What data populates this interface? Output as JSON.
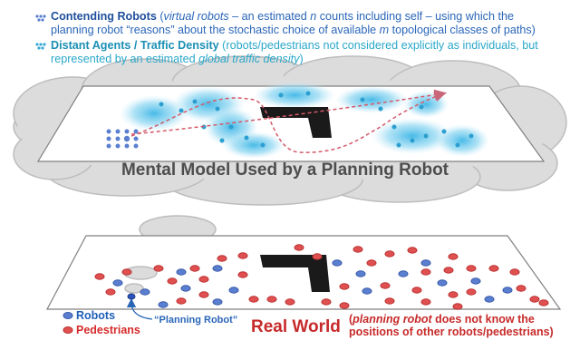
{
  "legend": {
    "contending": {
      "icon": "robot-cluster-icon",
      "heading": "Contending Robots",
      "paren_open": " (",
      "italic1": "virtual robots",
      "t1": " – an estimated ",
      "var_n": "n",
      "t2": " counts including self – using which the",
      "line2": "planning robot “reasons” about the stochastic choice of available ",
      "var_m": "m",
      "t3": " topological classes of paths)"
    },
    "distant": {
      "icon": "traffic-density-icon",
      "heading": "Distant Agents / Traffic Density",
      "t1": " (robots/pedestrians not considered explicitly as individuals, but",
      "line2": "represented by an estimated ",
      "italic": "global traffic density",
      "t2": ")"
    }
  },
  "mental_model": {
    "title": "Mental Model Used by a Planning Robot"
  },
  "real_world": {
    "title": "Real World",
    "note_open": "(",
    "note_italic": "planning robot",
    "note_rest": " does not know the positions of other robots/pedestrians)"
  },
  "legend_bottom": {
    "robots": "Robots",
    "pedestrians": "Pedestrians",
    "planning_robot": "“Planning Robot”"
  },
  "colors": {
    "robot": "#5b7fd0",
    "pedestrian": "#e05050",
    "density": "#63c5e8",
    "path": "#d45a6a",
    "cloud": "#dcdcdc",
    "obstacle": "#1a1a1a"
  }
}
